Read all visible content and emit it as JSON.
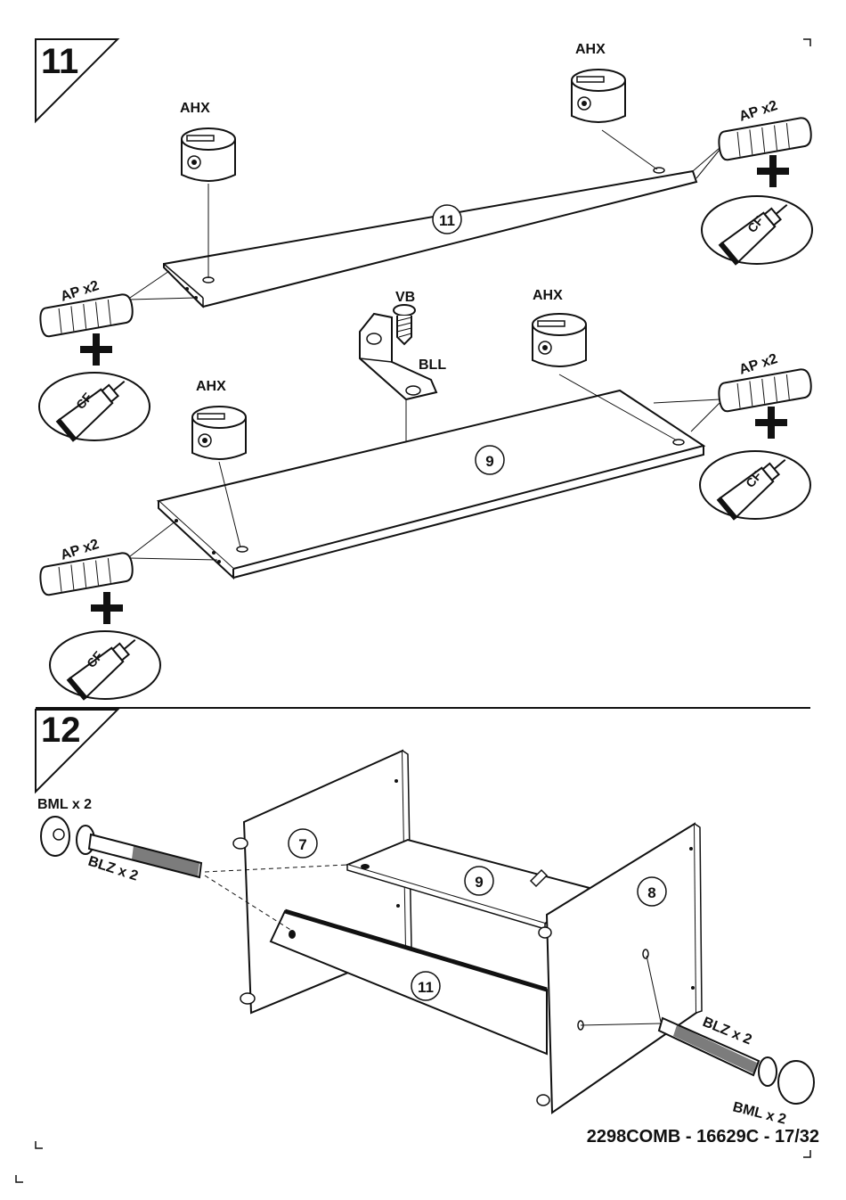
{
  "steps": [
    {
      "number": "11",
      "panels": [
        {
          "id": "11"
        },
        {
          "id": "9"
        }
      ],
      "labels": {
        "ahx": "AHX",
        "ap_x2": "AP x2",
        "vb": "VB",
        "bll": "BLL",
        "cf": "CF",
        "plus": "+"
      }
    },
    {
      "number": "12",
      "panels": [
        {
          "id": "7"
        },
        {
          "id": "9"
        },
        {
          "id": "8"
        },
        {
          "id": "11"
        }
      ],
      "labels": {
        "bml_x2": "BML x 2",
        "blz_x2": "BLZ x 2"
      }
    }
  ],
  "footer": {
    "text": "2298COMB  -  16629C  -  17/32"
  }
}
